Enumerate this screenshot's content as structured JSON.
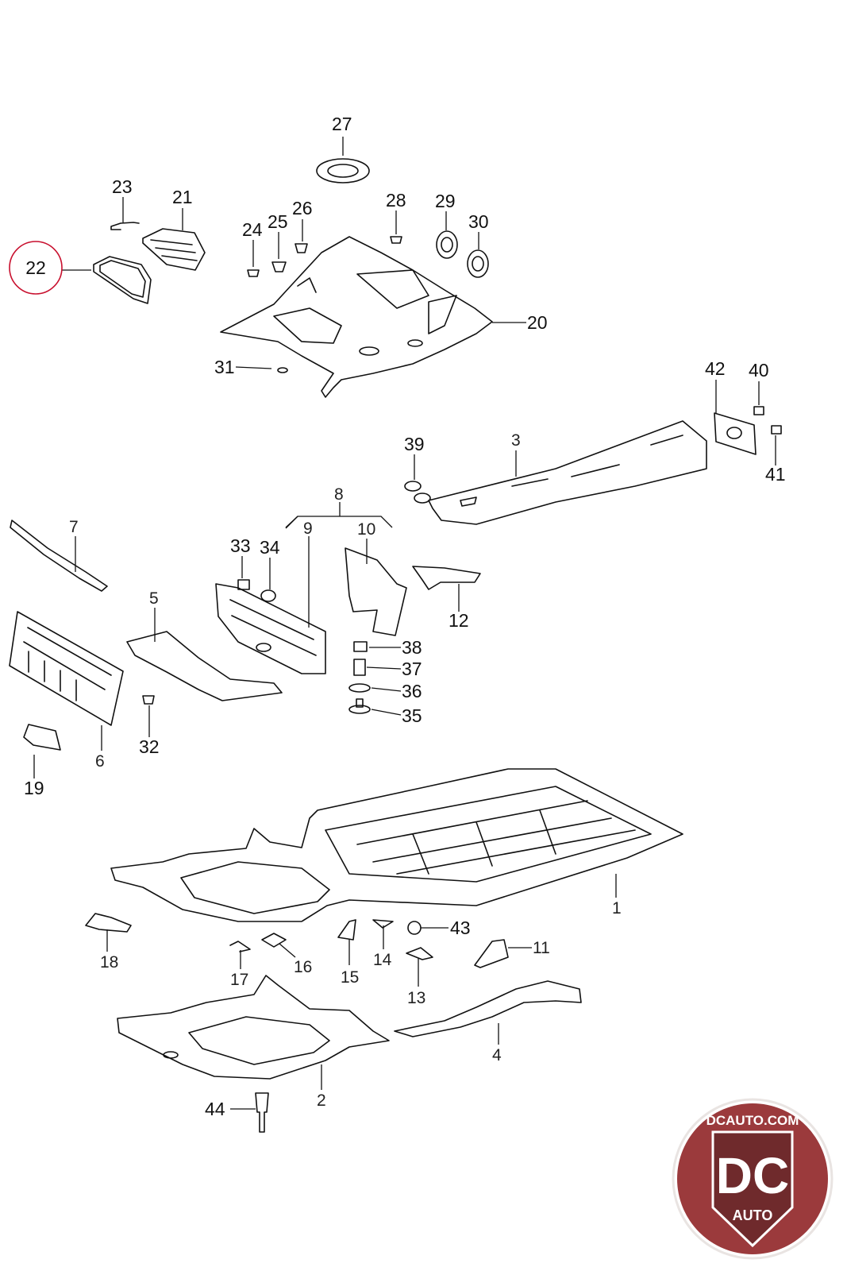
{
  "callouts": [
    {
      "id": "1",
      "label": "1"
    },
    {
      "id": "2",
      "label": "2"
    },
    {
      "id": "3",
      "label": "3"
    },
    {
      "id": "4",
      "label": "4"
    },
    {
      "id": "5",
      "label": "5"
    },
    {
      "id": "6",
      "label": "6"
    },
    {
      "id": "7",
      "label": "7"
    },
    {
      "id": "8",
      "label": "8"
    },
    {
      "id": "9",
      "label": "9"
    },
    {
      "id": "10",
      "label": "10"
    },
    {
      "id": "11",
      "label": "11"
    },
    {
      "id": "12",
      "label": "12"
    },
    {
      "id": "13",
      "label": "13"
    },
    {
      "id": "14",
      "label": "14"
    },
    {
      "id": "15",
      "label": "15"
    },
    {
      "id": "16",
      "label": "16"
    },
    {
      "id": "17",
      "label": "17"
    },
    {
      "id": "18",
      "label": "18"
    },
    {
      "id": "19",
      "label": "19"
    },
    {
      "id": "20",
      "label": "20"
    },
    {
      "id": "21",
      "label": "21"
    },
    {
      "id": "22",
      "label": "22"
    },
    {
      "id": "23",
      "label": "23"
    },
    {
      "id": "24",
      "label": "24"
    },
    {
      "id": "25",
      "label": "25"
    },
    {
      "id": "26",
      "label": "26"
    },
    {
      "id": "27",
      "label": "27"
    },
    {
      "id": "28",
      "label": "28"
    },
    {
      "id": "29",
      "label": "29"
    },
    {
      "id": "30",
      "label": "30"
    },
    {
      "id": "31",
      "label": "31"
    },
    {
      "id": "32",
      "label": "32"
    },
    {
      "id": "33",
      "label": "33"
    },
    {
      "id": "34",
      "label": "34"
    },
    {
      "id": "35",
      "label": "35"
    },
    {
      "id": "36",
      "label": "36"
    },
    {
      "id": "37",
      "label": "37"
    },
    {
      "id": "38",
      "label": "38"
    },
    {
      "id": "39",
      "label": "39"
    },
    {
      "id": "40",
      "label": "40"
    },
    {
      "id": "41",
      "label": "41"
    },
    {
      "id": "42",
      "label": "42"
    },
    {
      "id": "43",
      "label": "43"
    },
    {
      "id": "44",
      "label": "44"
    }
  ],
  "highlighted_part": "22",
  "highlight_color": "#c8102e",
  "logo": {
    "site": "DCAUTO.COM",
    "letters": "DC",
    "word": "AUTO",
    "color": "#9b3a3c"
  }
}
